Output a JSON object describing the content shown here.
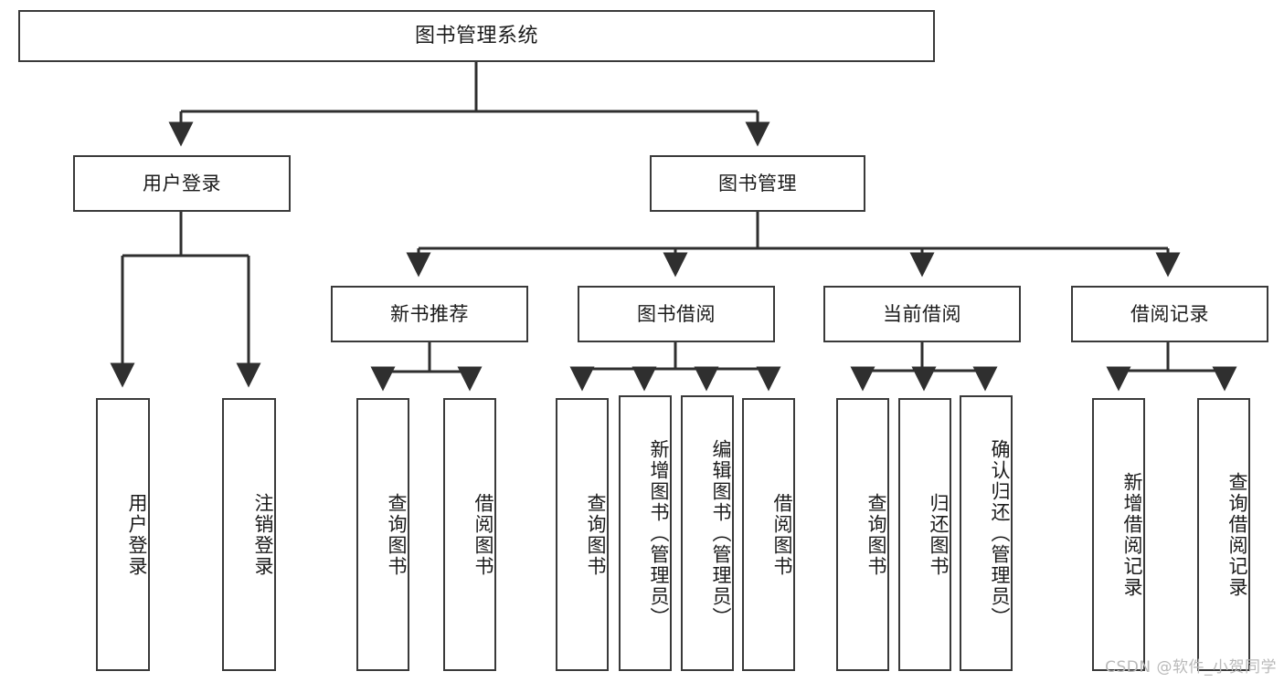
{
  "diagram": {
    "title": "图书管理系统",
    "type": "tree",
    "watermark": "CSDN @软件_小贺同学",
    "colors": {
      "border": "#3a3a3a",
      "text": "#1b1b1b",
      "background": "#ffffff",
      "edge": "#2f2f2f",
      "watermark": "#b9b9b9"
    },
    "nodes": {
      "root": {
        "label": "图书管理系统"
      },
      "level2": [
        {
          "id": "user-login",
          "label": "用户登录"
        },
        {
          "id": "book-manage",
          "label": "图书管理"
        }
      ],
      "level3": [
        {
          "id": "new-book-recommend",
          "label": "新书推荐"
        },
        {
          "id": "book-borrow",
          "label": "图书借阅"
        },
        {
          "id": "current-borrow",
          "label": "当前借阅"
        },
        {
          "id": "borrow-record",
          "label": "借阅记录"
        }
      ],
      "leaves": {
        "user_login": [
          {
            "id": "leaf-user-login",
            "label": "用户登录"
          },
          {
            "id": "leaf-logout",
            "label": "注销登录"
          }
        ],
        "new_book_recommend": [
          {
            "id": "leaf-query-book-1",
            "label": "查询图书"
          },
          {
            "id": "leaf-borrow-book-1",
            "label": "借阅图书"
          }
        ],
        "book_borrow": [
          {
            "id": "leaf-query-book-2",
            "label": "查询图书"
          },
          {
            "id": "leaf-add-book",
            "label": "新增图书（管理员）"
          },
          {
            "id": "leaf-edit-book",
            "label": "编辑图书（管理员）"
          },
          {
            "id": "leaf-borrow-book-2",
            "label": "借阅图书"
          }
        ],
        "current_borrow": [
          {
            "id": "leaf-query-book-3",
            "label": "查询图书"
          },
          {
            "id": "leaf-return-book",
            "label": "归还图书"
          },
          {
            "id": "leaf-confirm-return",
            "label": "确认归还（管理员）"
          }
        ],
        "borrow_record": [
          {
            "id": "leaf-add-record",
            "label": "新增借阅记录"
          },
          {
            "id": "leaf-query-record",
            "label": "查询借阅记录"
          }
        ]
      }
    }
  }
}
